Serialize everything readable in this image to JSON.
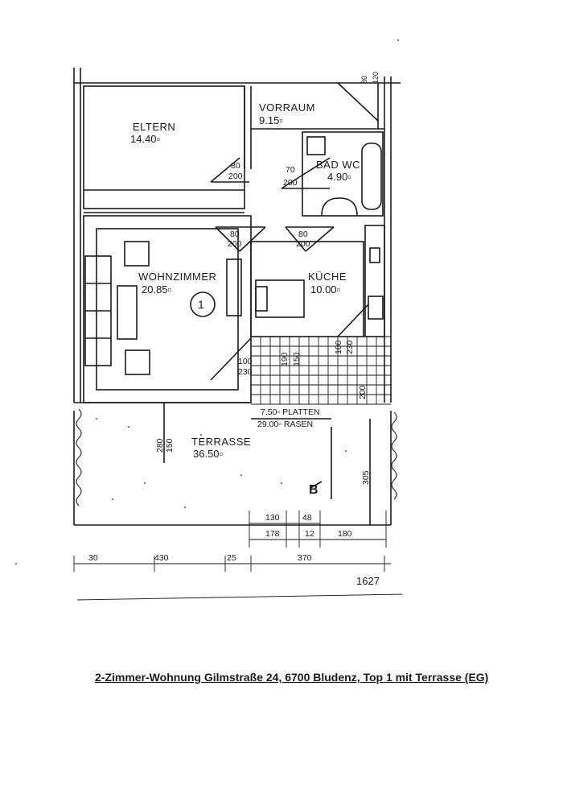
{
  "rooms": {
    "eltern": {
      "name": "ELTERN",
      "area": "14.40▫"
    },
    "vorraum": {
      "name": "VORRAUM",
      "area": "9.15▫"
    },
    "bad_wc": {
      "name": "BAD WC",
      "area": "4.90▫"
    },
    "wohnzimmer": {
      "name": "WOHNZIMMER",
      "area": "20.85▫"
    },
    "kueche": {
      "name": "KÜCHE",
      "area": "10.00▫"
    },
    "terrasse": {
      "name": "TERRASSE",
      "area": "36.50▫"
    }
  },
  "unit_marker": "1",
  "section_marker": "B",
  "doors": {
    "eltern": {
      "w": "80",
      "h": "200"
    },
    "bad": {
      "w": "70",
      "h": "200"
    },
    "wohnzimmer": {
      "w": "80",
      "h": "200"
    },
    "kueche": {
      "w": "80",
      "h": "200"
    },
    "terrasse": {
      "w": "100",
      "h": "230"
    },
    "stair": {
      "w": "190",
      "h": "150"
    },
    "kueche_exit": {
      "w": "100",
      "h": "230"
    }
  },
  "surfaces": {
    "platten": "7.50▫ PLATTEN",
    "rasen": "29.00▫ RASEN"
  },
  "dimensions": {
    "window_top_a": "80",
    "window_top_b": "120",
    "terrace_280_150": {
      "a": "280",
      "b": "150"
    },
    "dim_200": "200",
    "dim_305": "305",
    "row1": [
      "130",
      "48"
    ],
    "row2": [
      "178",
      "12",
      "180"
    ],
    "row3": [
      "30",
      "430",
      "25",
      "370"
    ],
    "total": "1627"
  },
  "caption": "2-Zimmer-Wohnung Gilmstraße 24, 6700 Bludenz, Top 1 mit Terrasse (EG)"
}
